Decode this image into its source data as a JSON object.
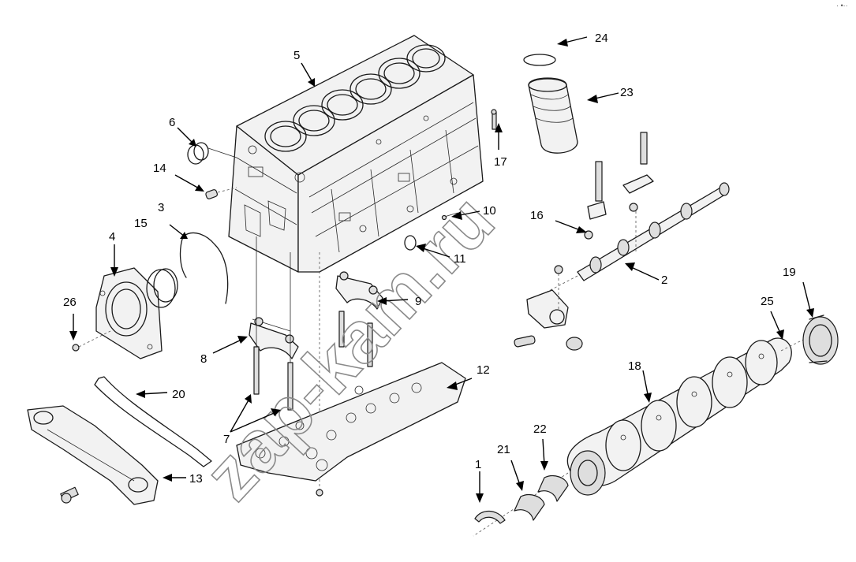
{
  "figure": {
    "watermark": "zap-kam.ru",
    "corner_mark": "· •··"
  },
  "callouts": [
    {
      "id": "1",
      "text": "1"
    },
    {
      "id": "2",
      "text": "2"
    },
    {
      "id": "3",
      "text": "3"
    },
    {
      "id": "4",
      "text": "4"
    },
    {
      "id": "5",
      "text": "5"
    },
    {
      "id": "6",
      "text": "6"
    },
    {
      "id": "7",
      "text": "7"
    },
    {
      "id": "8",
      "text": "8"
    },
    {
      "id": "9",
      "text": "9"
    },
    {
      "id": "10",
      "text": "10"
    },
    {
      "id": "11",
      "text": "11"
    },
    {
      "id": "12",
      "text": "12"
    },
    {
      "id": "13",
      "text": "13"
    },
    {
      "id": "14",
      "text": "14"
    },
    {
      "id": "15",
      "text": "15"
    },
    {
      "id": "16",
      "text": "16"
    },
    {
      "id": "17",
      "text": "17"
    },
    {
      "id": "18",
      "text": "18"
    },
    {
      "id": "19",
      "text": "19"
    },
    {
      "id": "20",
      "text": "20"
    },
    {
      "id": "21",
      "text": "21"
    },
    {
      "id": "22",
      "text": "22"
    },
    {
      "id": "23",
      "text": "23"
    },
    {
      "id": "24",
      "text": "24"
    },
    {
      "id": "25",
      "text": "25"
    },
    {
      "id": "26",
      "text": "26"
    }
  ]
}
